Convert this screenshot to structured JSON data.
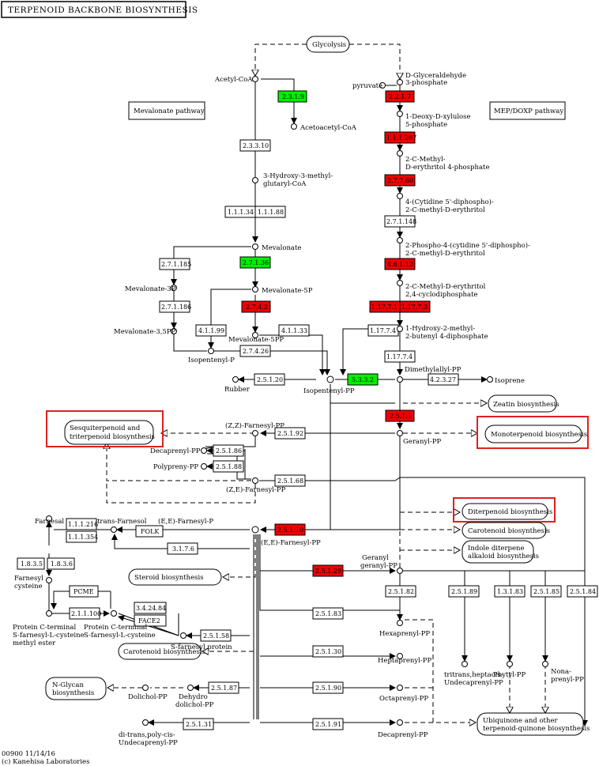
{
  "title": "TERPENOID BACKBONE BIOSYNTHESIS",
  "footer": {
    "code": "00900 11/14/16",
    "copyright": "(c) Kanehisa Laboratories"
  },
  "colors": {
    "highlight_green": "#00ee00",
    "highlight_red": "#ee0000",
    "map_outline": "#e02020"
  },
  "pathways": {
    "glycolysis": "Glycolysis",
    "mevalonate": "Mevalonate pathway",
    "mep": "MEP/DOXP pathway",
    "zeatin": "Zeatin biosynthesis",
    "sesq1": "Sesquiterpenoid and",
    "sesq2": "triterpenoid biosynthesis",
    "mono": "Monoterpenoid biosynthesis",
    "diter": "Diterpenoid biosynthesis",
    "carot1": "Carotenoid biosynthesis",
    "indole1": "Indole diterpene",
    "indole2": "alkaloid biosynthesis",
    "steroid": "Steroid biosynthesis",
    "carot2": "Carotenoid biosynthesis",
    "nglycan1": "N-Glycan",
    "nglycan2": "biosynthesis",
    "ubiq1": "Ubiquinone and other",
    "ubiq2": "terpenoid-quinone biosynthesis"
  },
  "compounds": {
    "acetylcoa": "Acetyl-CoA",
    "acetoacetylcoa": "Acetoacetyl-CoA",
    "hmgcoa1": "3-Hydroxy-3-methyl-",
    "hmgcoa2": "glutaryl-CoA",
    "mevalonate": "Mevalonate",
    "mev3p": "Mevalonate-3P",
    "mev5p": "Mevalonate-5P",
    "mev35pp": "Mevalonate-3,5PP",
    "mev5pp": "Mevalonate-5PP",
    "isopentenylp": "Isopentenyl-P",
    "ipp": "Isopentenyl-PP",
    "rubber": "Rubber",
    "dmapp": "Dimethylallyl-PP",
    "isoprene": "Isoprene",
    "pyruvate": "pyruvate",
    "g3p1": "D-Glyceraldehyde",
    "g3p2": "3-phosphate",
    "dxp1": "1-Deoxy-D-xylulose",
    "dxp2": "5-phosphate",
    "mep1": "2-C-Methyl-",
    "mep2": "D-erythritol 4-phosphate",
    "cdpme1": "4-(Cytidine 5'-diphospho)-",
    "cdpme2": "2-C-methyl-D-erythritol",
    "cdpmep1": "2-Phospho-4-(cytidine 5'-diphospho)-",
    "cdpmep2": "2-C-methyl-D-erythritol",
    "mecpp1": "2-C-Methyl-D-erythritol",
    "mecpp2": "2,4-cyclodiphosphate",
    "hmbpp1": "1-Hydroxy-2-methyl-",
    "hmbpp2": "2-butenyl 4-diphosphate",
    "gpp": "Geranyl-PP",
    "zzfpp": "(Z,Z)-Farnesyl-PP",
    "decaprenylpp": "Decaprenyl-PP",
    "polyprenylpp": "Polypreny-PP",
    "zefpp": "(Z,E)-Farnesyl-PP",
    "farnesal": "Farnesal",
    "transfarnesol": "trans-Farnesol",
    "eefp": "(E,E)-Farnesyl-P",
    "eefpp": "(E,E)-Farnesyl-PP",
    "farnesylcys1": "Farnesyl",
    "farnesylcys2": "cysteine",
    "ggpp1": "Geranyl",
    "ggpp2": "geranyl-PP",
    "pct1": "Protein C-terminal",
    "pct2": "S-farnesyl-L-cysteine",
    "pct3": "methyl ester",
    "pcf1": "Protein C-terminal",
    "pcf2": "S-farnesyl-L-cysteine",
    "sfarnesylprotein": "S-farnesyl protein",
    "hexaprenylpp": "Hexaprenyl-PP",
    "heptaprenylpp": "Heptaprenyl-PP",
    "octaprenylpp": "Octaprenyl-PP",
    "decaprenylpp2": "Decaprenyl-PP",
    "tritrans1": "tritrans,heptacis-",
    "tritrans2": "Undecaprenyl-PP",
    "phytylpp": "Phytyl-PP",
    "nonaprenylpp1": "Nona-",
    "nonaprenylpp2": "prenyl-PP",
    "dolicholpp": "Dolichol-PP",
    "dehydrodol1": "Dehydro",
    "dehydrodol2": "dolichol-PP",
    "ditrans1": "di-trans,poly-cis-",
    "ditrans2": "Undecaprenyl-PP"
  },
  "enzymes": {
    "e2319": "2.3.1.9",
    "e23310": "2.3.3.10",
    "e11134": "1.1.1.34",
    "e11188": "1.1.1.88",
    "e271185": "2.7.1.185",
    "e27136": "2.7.1.36",
    "e271186": "2.7.1.186",
    "e27424": "2.7.4.2",
    "e41199": "4.1.1.99",
    "e41133": "4.1.1.33",
    "e27426": "2.7.4.26",
    "e2517": "2.2.1.7",
    "e111267": "1.1.1.267",
    "e2776": "2.7.7.60",
    "e271148": "2.7.1.148",
    "e46112": "4.6.1.12",
    "e117171": "1.17.7.1",
    "e117173": "1.17.7.3",
    "e11774a": "1.17.7.4",
    "e11774b": "1.17.7.4",
    "e5332": "5.3.3.2",
    "e42327": "4.2.3.27",
    "e25120": "2.5.1.20",
    "e2511": "2.5.1.1",
    "e25192": "2.5.1.92",
    "e25186": "2.5.1.86",
    "e25188": "2.5.1.88",
    "e25168": "2.5.1.68",
    "e111216": "1.1.1.216",
    "e111354": "1.1.1.354",
    "folk": "FOLK",
    "e25110": "2.5.1.10",
    "e3176": "3.1.7.6",
    "e25129": "2.5.1.29",
    "e1835": "1.8.3.5",
    "e1836": "1.8.3.6",
    "pcme": "PCME",
    "e211100": "2.1.1.100",
    "e342484": "3.4.24.84",
    "face2": "FACE2",
    "e25158": "2.5.1.58",
    "e25182": "2.5.1.82",
    "e25189": "2.5.1.89",
    "e13183": "1.3.1.83",
    "e25185": "2.5.1.85",
    "e25184": "2.5.1.84",
    "e25183": "2.5.1.83",
    "e25130": "2.5.1.30",
    "e25187": "2.5.1.87",
    "e25190": "2.5.1.90",
    "e25131": "2.5.1.31",
    "e25191": "2.5.1.91"
  }
}
